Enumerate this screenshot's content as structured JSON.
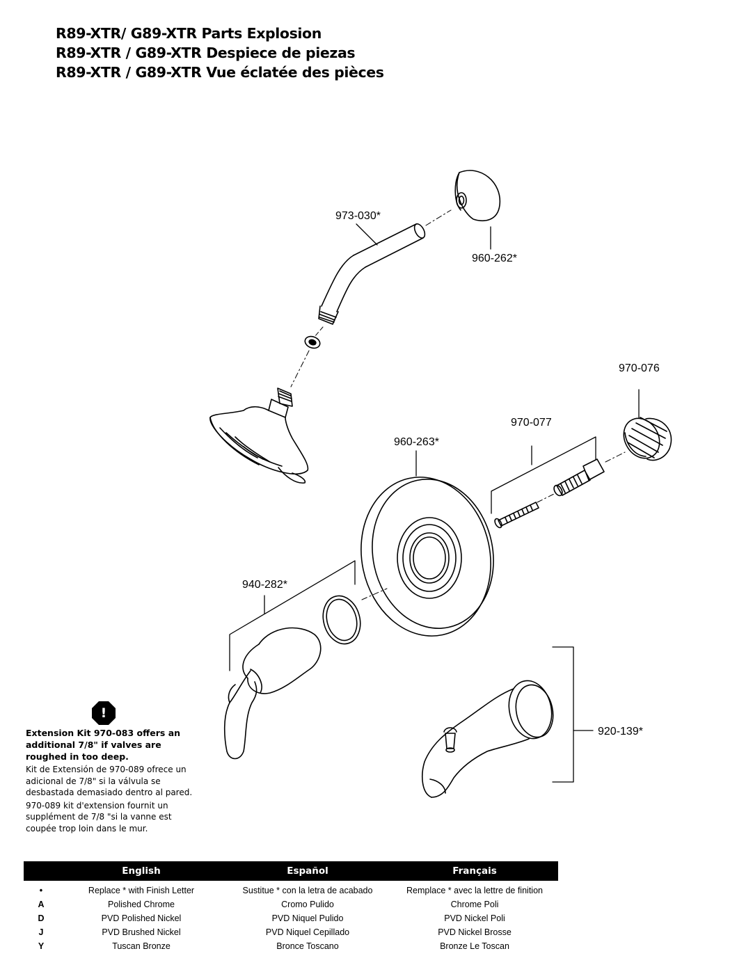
{
  "titles": [
    "R89-XTR/ G89-XTR Parts Explosion",
    "R89-XTR / G89-XTR Despiece de piezas",
    "R89-XTR / G89-XTR Vue éclatée des pièces"
  ],
  "callouts": {
    "shower_arm": "973-030*",
    "shower_flange": "960-262*",
    "seat": "970-076",
    "screw_kit": "970-077",
    "escutcheon": "960-263*",
    "handle": "940-282*",
    "tub_spout": "920-139*"
  },
  "note": {
    "icon": "!",
    "english": "Extension Kit 970-083 offers an additional 7/8\" if valves are roughed in too deep.",
    "spanish": "Kit de Extensión de 970-089 ofrece un adicional de 7/8\" si la válvula se desbastada demasiado dentro al pared.",
    "french": "970-089 kit d'extension fournit un supplément de 7/8 \"si la vanne est coupée trop loin dans le mur."
  },
  "finish_table": {
    "headers": [
      "",
      "English",
      "Español",
      "Français"
    ],
    "rows": [
      [
        "•",
        "Replace * with Finish Letter",
        "Sustitue * con la letra de acabado",
        "Remplace * avec la lettre de finition"
      ],
      [
        "A",
        "Polished Chrome",
        "Cromo Pulido",
        "Chrome Poli"
      ],
      [
        "D",
        "PVD Polished Nickel",
        "PVD Niquel Pulido",
        "PVD Nickel Poli"
      ],
      [
        "J",
        "PVD Brushed Nickel",
        "PVD Niquel Cepillado",
        "PVD Nickel Brosse"
      ],
      [
        "Y",
        "Tuscan Bronze",
        "Bronce Toscano",
        "Bronze Le Toscan"
      ]
    ]
  }
}
